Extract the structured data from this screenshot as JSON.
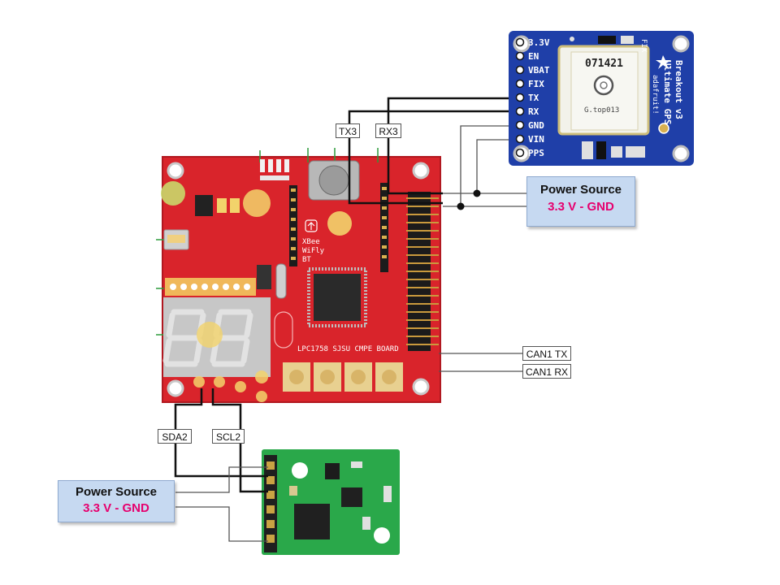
{
  "gps_module": {
    "pins": [
      "3.3V",
      "EN",
      "VBAT",
      "FIX",
      "TX",
      "RX",
      "GND",
      "VIN",
      "PPS"
    ],
    "chip_number": "071421",
    "chip_model": "G.top013",
    "fix_label": "FIX",
    "title_line1": "Ultimate GPS",
    "title_line2": "Breakout v3",
    "brand": "adafruit!"
  },
  "main_board": {
    "title": "LPC1758 SJSU CMPE BOARD",
    "xbee_label": "XBee",
    "wifly_label": "WiFly",
    "bt_label": "BT"
  },
  "labels": {
    "tx3": "TX3",
    "rx3": "RX3",
    "can1_tx": "CAN1 TX",
    "can1_rx": "CAN1 RX",
    "sda2": "SDA2",
    "scl2": "SCL2"
  },
  "power_sources": [
    {
      "title": "Power Source",
      "voltage": "3.3 V - GND"
    },
    {
      "title": "Power Source",
      "voltage": "3.3 V - GND"
    }
  ],
  "colors": {
    "main_board": "#d9242b",
    "gps_board": "#1f3fa8",
    "sensor_board": "#2aa84a",
    "power_box_fill": "#c6d9f1",
    "voltage_text": "#e6006e"
  }
}
